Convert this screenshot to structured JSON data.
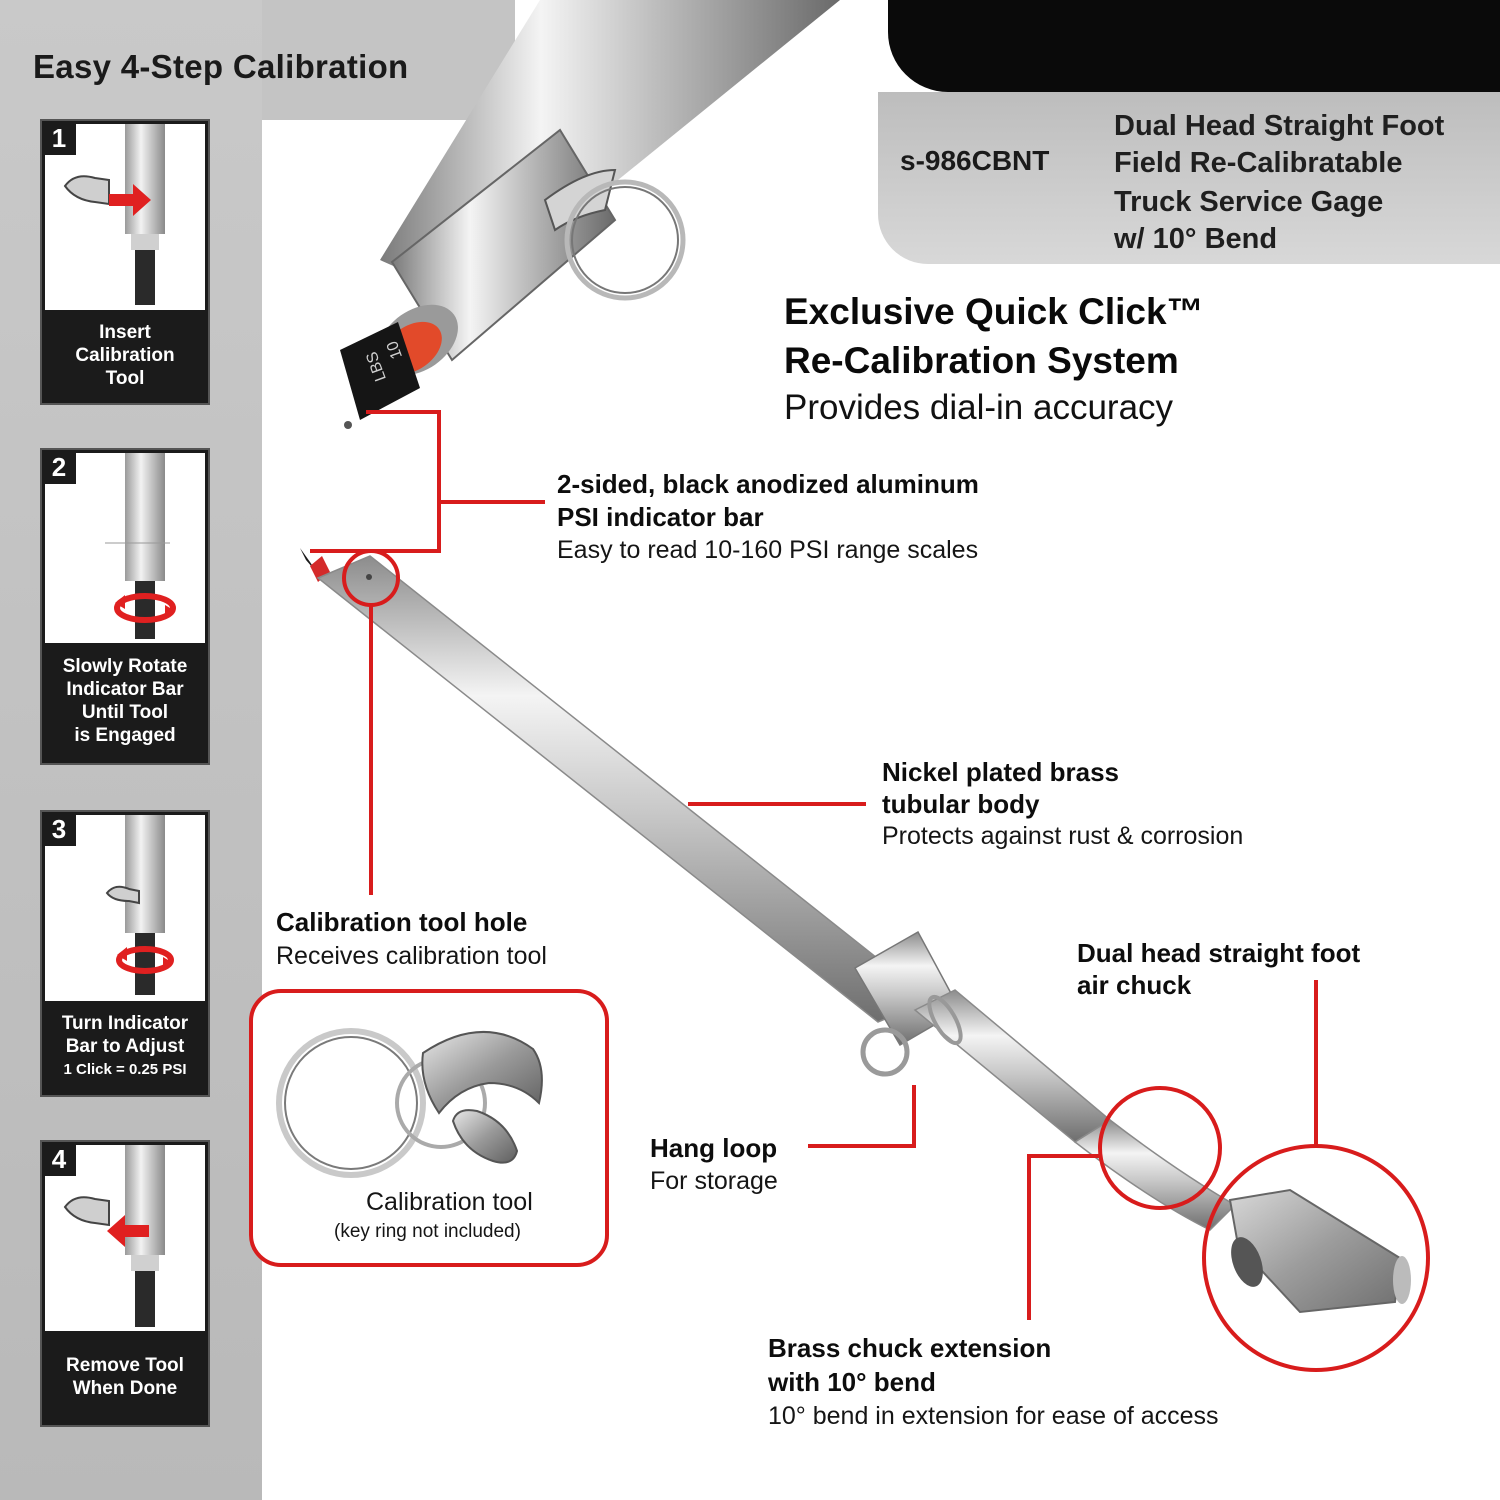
{
  "sidebar": {
    "title": "Easy 4-Step Calibration",
    "steps": [
      {
        "number": "1",
        "caption_lines": [
          "Insert",
          "Calibration",
          "Tool"
        ]
      },
      {
        "number": "2",
        "caption_lines": [
          "Slowly Rotate",
          "Indicator Bar",
          "Until Tool",
          "is Engaged"
        ]
      },
      {
        "number": "3",
        "caption_lines": [
          "Turn Indicator",
          "Bar to Adjust"
        ],
        "caption_small": "1 Click = 0.25 PSI"
      },
      {
        "number": "4",
        "caption_lines": [
          "Remove Tool",
          "When Done"
        ]
      }
    ]
  },
  "header": {
    "model": "s-986CBNT",
    "description": [
      "Dual Head Straight Foot",
      "Field Re-Calibratable",
      "Truck Service Gage",
      "w/ 10° Bend"
    ]
  },
  "feature": {
    "line1": "Exclusive Quick Click™",
    "line2": "Re-Calibration System",
    "line3": "Provides dial-in accuracy"
  },
  "callouts": {
    "indicator_bar": {
      "title1": "2-sided, black anodized aluminum",
      "title2": "PSI indicator bar",
      "body": "Easy to read 10-160 PSI range scales"
    },
    "body": {
      "title1": "Nickel plated brass",
      "title2": "tubular body",
      "body": "Protects against rust & corrosion"
    },
    "tool_hole": {
      "title": "Calibration tool hole",
      "body": "Receives calibration tool"
    },
    "chuck": {
      "title1": "Dual head straight foot",
      "title2": "air chuck"
    },
    "hang_loop": {
      "title": "Hang loop",
      "body": "For storage"
    },
    "extension": {
      "title1": "Brass chuck extension",
      "title2": "with 10° bend",
      "body": "10° bend in extension for ease of access"
    },
    "calibration_tool": {
      "title": "Calibration tool",
      "note": "(key ring not included)"
    }
  },
  "markings": {
    "bar_label": "LBS",
    "bar_number": "10"
  },
  "colors": {
    "accent_red": "#d81c1c",
    "sidebar_gray": "#c4c4c4",
    "header_black": "#0a0a0a"
  }
}
